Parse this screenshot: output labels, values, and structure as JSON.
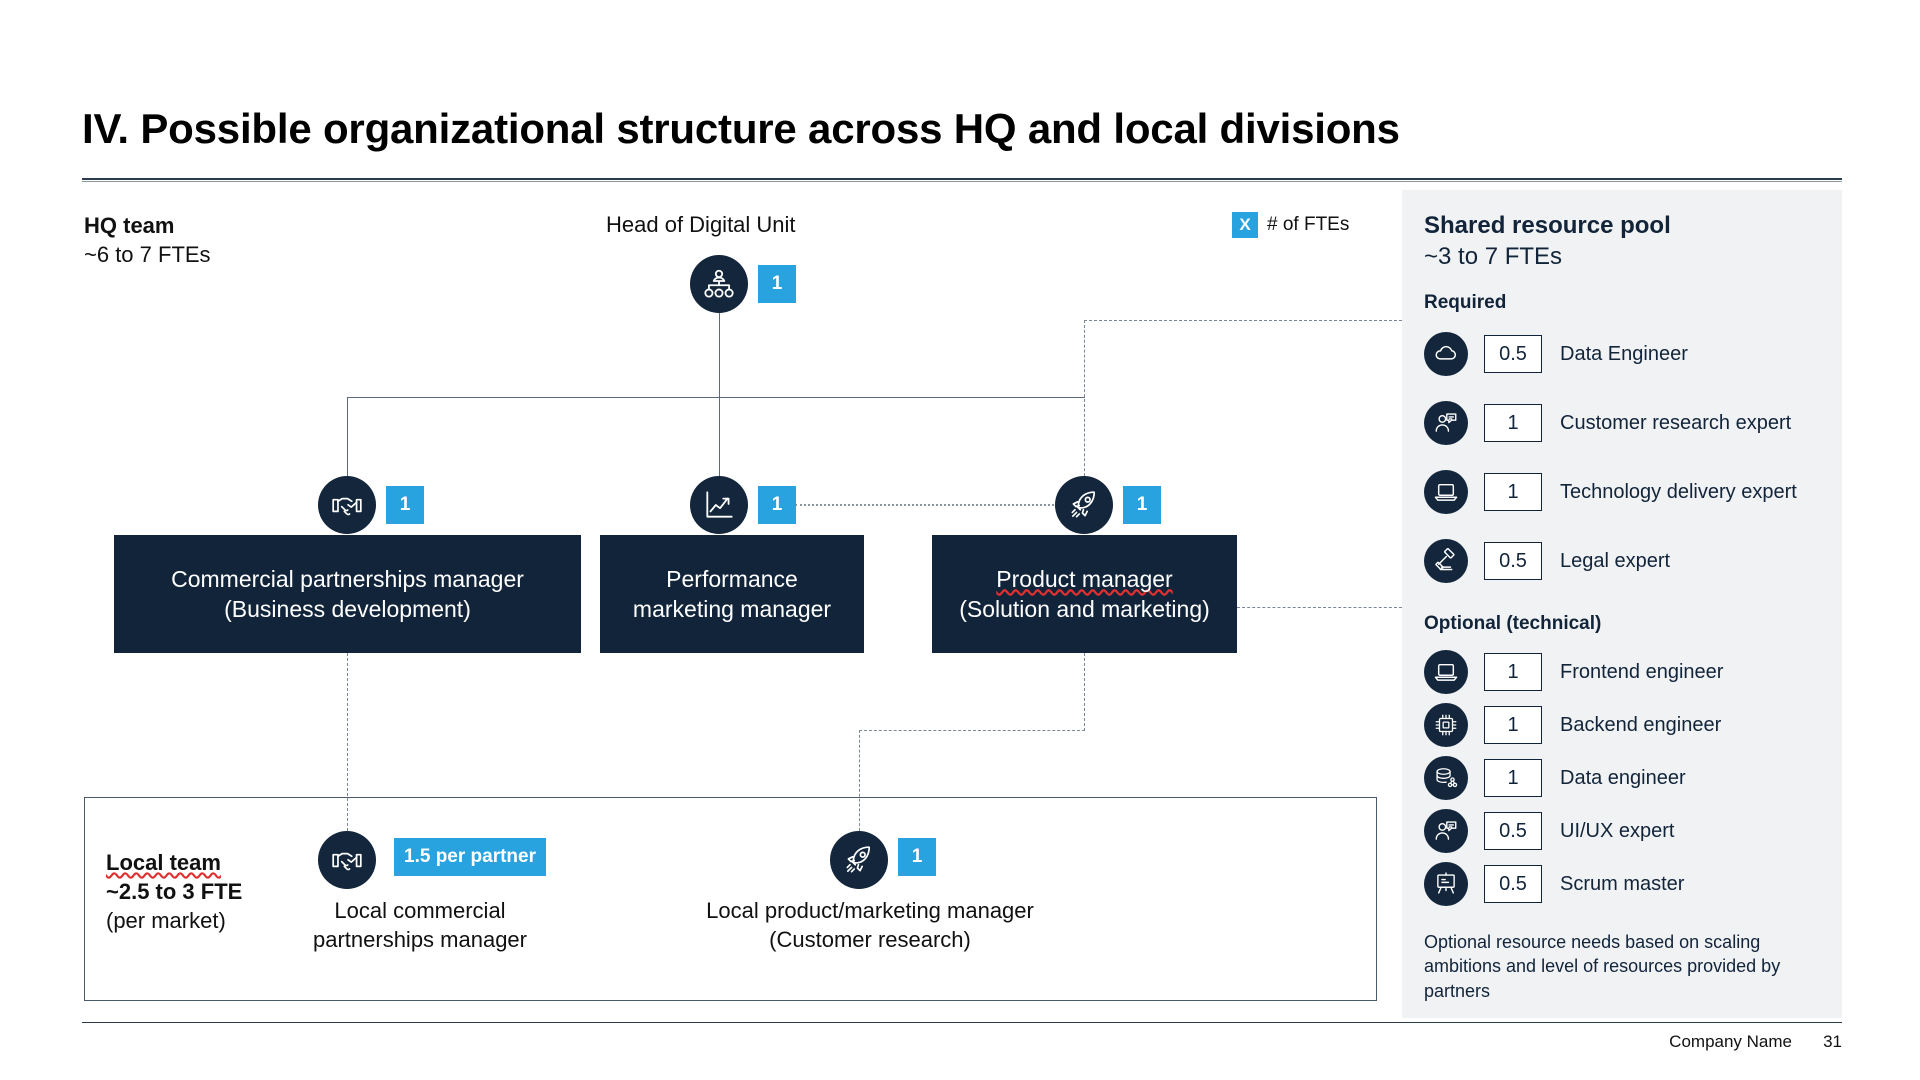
{
  "slide": {
    "title": "IV. Possible organizational structure across HQ and local divisions",
    "footer_company": "Company Name",
    "footer_page": "31"
  },
  "legend": {
    "swatch_label": "X",
    "text": "# of FTEs"
  },
  "hq": {
    "label": "HQ team",
    "fte": "~6 to 7 FTEs",
    "head_title": "Head of Digital Unit",
    "head_badge": "1",
    "head_icon": "org-hierarchy-icon"
  },
  "managers": [
    {
      "line1": "Commercial partnerships manager",
      "line2": "(Business development)",
      "badge": "1",
      "icon": "handshake-icon"
    },
    {
      "line1": "Performance",
      "line2": "marketing manager",
      "badge": "1",
      "icon": "growth-chart-icon"
    },
    {
      "line1": "Product manager",
      "line2": "(Solution and marketing)",
      "badge": "1",
      "icon": "rocket-icon"
    }
  ],
  "local": {
    "label": "Local team",
    "fte": "~2.5 to 3 FTE",
    "scope": "(per market)",
    "nodes": [
      {
        "line1": "Local commercial",
        "line2": "partnerships manager",
        "badge": "1.5 per partner",
        "icon": "handshake-icon"
      },
      {
        "line1": "Local product/marketing manager",
        "line2": "(Customer research)",
        "badge": "1",
        "icon": "rocket-icon"
      }
    ]
  },
  "panel": {
    "title": "Shared resource pool",
    "subtitle": "~3 to 7 FTEs",
    "required_header": "Required",
    "optional_header": "Optional (technical)",
    "required": [
      {
        "count": "0.5",
        "label": "Data Engineer",
        "icon": "cloud-icon"
      },
      {
        "count": "1",
        "label": "Customer research expert",
        "icon": "person-speech-icon"
      },
      {
        "count": "1",
        "label": "Technology delivery expert",
        "icon": "laptop-icon"
      },
      {
        "count": "0.5",
        "label": "Legal expert",
        "icon": "gavel-icon"
      }
    ],
    "optional": [
      {
        "count": "1",
        "label": "Frontend engineer",
        "icon": "laptop-icon"
      },
      {
        "count": "1",
        "label": "Backend engineer",
        "icon": "cpu-chip-icon"
      },
      {
        "count": "1",
        "label": "Data engineer",
        "icon": "database-icon"
      },
      {
        "count": "0.5",
        "label": "UI/UX expert",
        "icon": "person-speech-icon"
      },
      {
        "count": "0.5",
        "label": "Scrum master",
        "icon": "presentation-board-icon"
      }
    ],
    "note": "Optional resource needs based on scaling ambitions and level of resources provided by partners"
  },
  "colors": {
    "navy": "#11243a",
    "blue": "#29a3e0",
    "panel_bg": "#f1f2f3",
    "line": "#5b6b7d"
  }
}
